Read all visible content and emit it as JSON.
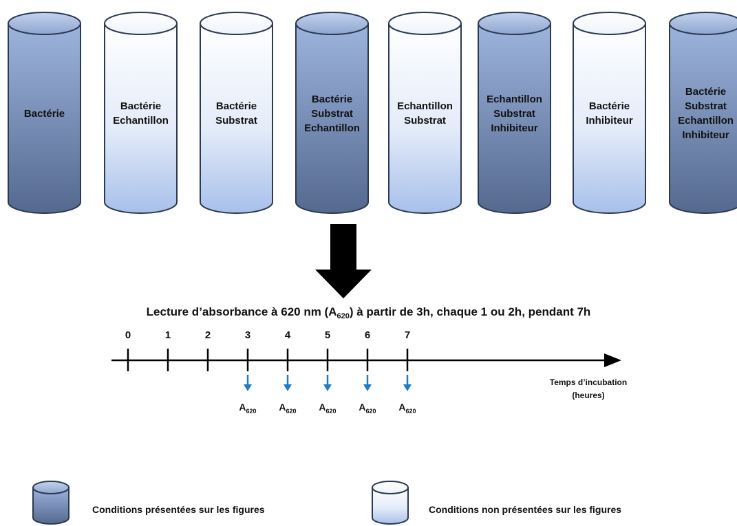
{
  "tubes": [
    {
      "lines": [
        "Bactérie"
      ],
      "shade": "dark"
    },
    {
      "lines": [
        "Bactérie",
        "Echantillon"
      ],
      "shade": "light"
    },
    {
      "lines": [
        "Bactérie",
        "Substrat"
      ],
      "shade": "light"
    },
    {
      "lines": [
        "Bactérie",
        "Substrat",
        "Echantillon"
      ],
      "shade": "dark"
    },
    {
      "lines": [
        "Echantillon",
        "Substrat"
      ],
      "shade": "light"
    },
    {
      "lines": [
        "Echantillon",
        "Substrat",
        "Inhibiteur"
      ],
      "shade": "dark"
    },
    {
      "lines": [
        "Bactérie",
        "Inhibiteur"
      ],
      "shade": "light"
    },
    {
      "lines": [
        "Bactérie",
        "Substrat",
        "Echantillon",
        "Inhibiteur"
      ],
      "shade": "dark"
    }
  ],
  "title": {
    "before": "Lecture d’absorbance à 620 nm (A",
    "sub": "620",
    "after": ") à partir de 3h, chaque 1 ou 2h, pendant 7h"
  },
  "timeline": {
    "ticks": [
      "0",
      "1",
      "2",
      "3",
      "4",
      "5",
      "6",
      "7"
    ],
    "reading_ticks": [
      3,
      4,
      5,
      6,
      7
    ],
    "reading_label": {
      "main": "A",
      "sub": "620"
    },
    "axis_label_lines": [
      "Temps d’incubation",
      "(heures)"
    ]
  },
  "legend": {
    "dark": "Conditions présentées sur les figures",
    "light": "Conditions non présentées sur les figures"
  },
  "colors": {
    "dark_top": "#9db4dd",
    "dark_bottom": "#55698f",
    "light_top": "#ffffff",
    "light_bottom": "#a8c0ea",
    "outline": "#2b3a52",
    "reading_arrow": "#1f7bc4",
    "big_arrow": "#000000"
  }
}
